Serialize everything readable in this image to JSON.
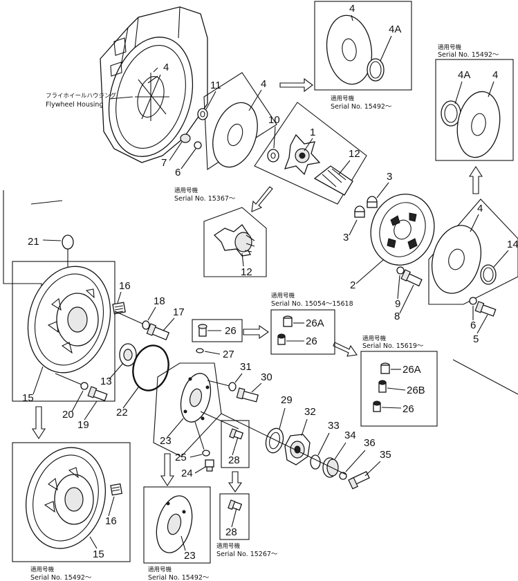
{
  "housing": {
    "label_ja": "フライホイールハウジング",
    "label_en": "Flywheel Housing"
  },
  "callouts": {
    "c1": "1",
    "c2": "2",
    "c3a": "3",
    "c3b": "3",
    "c4a": "4",
    "c4b": "4",
    "c4c": "4",
    "c4d": "4",
    "c4e": "4",
    "c4Aa": "4A",
    "c4Ab": "4A",
    "c5": "5",
    "c6a": "6",
    "c6b": "6",
    "c7": "7",
    "c8": "8",
    "c9": "9",
    "c10": "10",
    "c11": "11",
    "c12a": "12",
    "c12b": "12",
    "c13": "13",
    "c14": "14",
    "c15a": "15",
    "c15b": "15",
    "c16a": "16",
    "c16b": "16",
    "c17": "17",
    "c18": "18",
    "c19": "19",
    "c20": "20",
    "c21": "21",
    "c22": "22",
    "c23a": "23",
    "c23b": "23",
    "c24": "24",
    "c25": "25",
    "c26a": "26",
    "c26b": "26",
    "c26c": "26",
    "c26Aa": "26A",
    "c26Ab": "26A",
    "c26B": "26B",
    "c27": "27",
    "c28a": "28",
    "c28b": "28",
    "c29": "29",
    "c30": "30",
    "c31": "31",
    "c32": "32",
    "c33": "33",
    "c34": "34",
    "c35": "35",
    "c36": "36"
  },
  "serials": [
    {
      "ja": "適用号機",
      "en": "Serial  No. 15492～"
    },
    {
      "ja": "適用号機",
      "en": "Serial  No. 15492～"
    },
    {
      "ja": "適用号機",
      "en": "Serial  No. 15367～"
    },
    {
      "ja": "適用号機",
      "en": "Serial  No. 15054～15618"
    },
    {
      "ja": "適用号機",
      "en": "Serial  No. 15619～"
    },
    {
      "ja": "適用号機",
      "en": "Serial  No. 15492～"
    },
    {
      "ja": "適用号機",
      "en": "Serial  No. 15492～"
    },
    {
      "ja": "適用号機",
      "en": "Serial  No. 15267～"
    }
  ]
}
